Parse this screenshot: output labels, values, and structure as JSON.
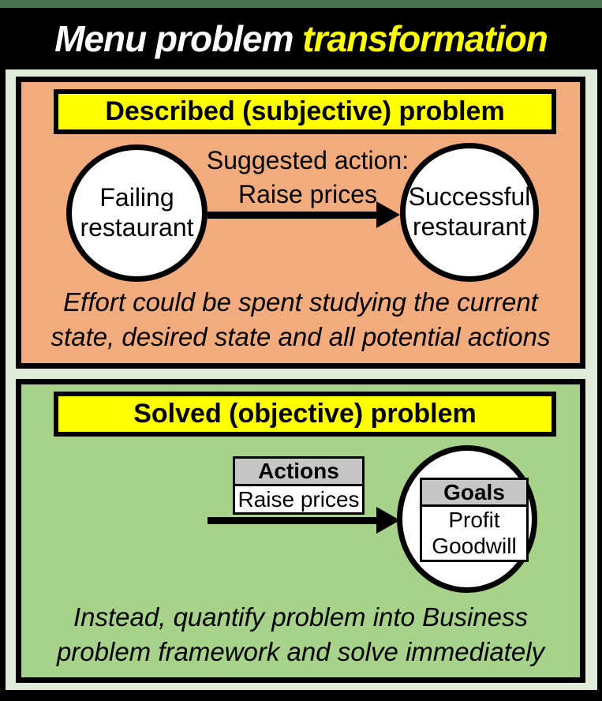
{
  "title": {
    "white_part": "Menu problem ",
    "yellow_part": "transformation"
  },
  "colors": {
    "page_background": "#4a7351",
    "frame": "#000000",
    "inner_background": "#e1ebd9",
    "described_panel_fill": "#f2ab7c",
    "solved_panel_fill": "#a7d289",
    "header_highlight": "#ffff00",
    "table_header_fill": "#c6c6c6",
    "node_fill": "#ffffff",
    "title_white": "#ffffff",
    "title_yellow": "#ffff00"
  },
  "described": {
    "header": "Described (subjective) problem",
    "start_node": "Failing restaurant",
    "end_node": "Successful restaurant",
    "arrow_label_line1": "Suggested action:",
    "arrow_label_line2": "Raise prices",
    "caption_line1": "Effort could be spent studying the current",
    "caption_line2": "state, desired state and all potential actions"
  },
  "solved": {
    "header": "Solved (objective) problem",
    "actions_table": {
      "header": "Actions",
      "rows": [
        "Raise prices"
      ]
    },
    "goals_table": {
      "header": "Goals",
      "rows": [
        "Profit",
        "Goodwill"
      ]
    },
    "caption_line1": "Instead, quantify problem into Business",
    "caption_line2": "problem framework and solve immediately"
  }
}
